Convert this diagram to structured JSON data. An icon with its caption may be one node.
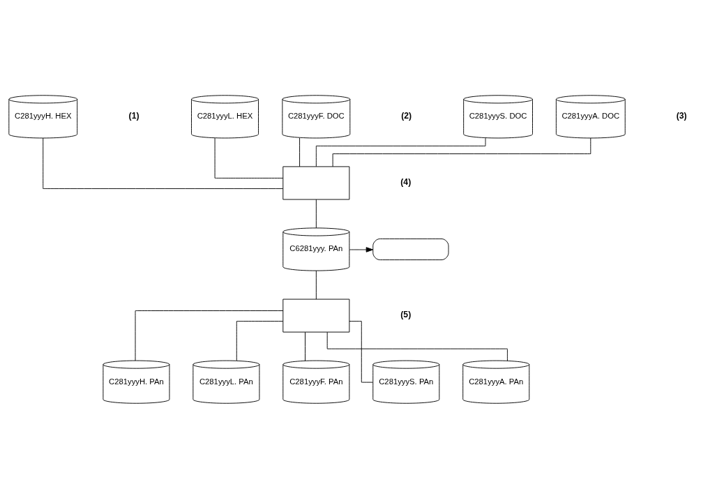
{
  "diagram": {
    "nodes": [
      {
        "text": [
          "C281yyyH. HEX"
        ]
      },
      {
        "text": [
          "C281yyyL. HEX"
        ]
      },
      {
        "text": [
          "C281yyyF. DOC"
        ]
      },
      {
        "text": [
          "C281yyyS. DOC"
        ]
      },
      {
        "text": [
          "C281yyyA. DOC"
        ]
      },
      {
        "text": [],
        "shape": "box"
      },
      {
        "text": [
          "C6281yyy. PAn"
        ]
      },
      {
        "text": [],
        "shape": "box"
      },
      {
        "text": [],
        "shape": "box"
      },
      {
        "text": [
          "C281yyyH. PAn"
        ]
      },
      {
        "text": [
          "C281yyyL. PAn"
        ]
      },
      {
        "text": [
          "C281yyyF. PAn"
        ]
      },
      {
        "text": [
          "C281yyyS. PAn"
        ]
      },
      {
        "text": [
          "C281yyyA. PAn"
        ]
      }
    ],
    "edges": [
      {
        "from": 0,
        "to": 5,
        "arrow": "none"
      },
      {
        "from": 1,
        "to": 5,
        "arrow": "none"
      },
      {
        "from": 2,
        "to": 5,
        "arrow": "none"
      },
      {
        "from": 3,
        "to": 5,
        "arrow": "none"
      },
      {
        "from": 4,
        "to": 5,
        "arrow": "none"
      },
      {
        "from": 5,
        "to": 6,
        "arrow": "none"
      },
      {
        "from": 6,
        "to": 7,
        "arrow": "to"
      },
      {
        "from": 6,
        "to": 8,
        "arrow": "none"
      },
      {
        "from": 8,
        "to": 9,
        "arrow": "none"
      },
      {
        "from": 8,
        "to": 10,
        "arrow": "none"
      },
      {
        "from": 8,
        "to": 11,
        "arrow": "none"
      },
      {
        "from": 8,
        "to": 12,
        "arrow": "none"
      },
      {
        "from": 8,
        "to": 13,
        "arrow": "none"
      }
    ],
    "labels": [
      "(1)",
      "(2)",
      "(3)",
      "(4)",
      "(5)"
    ]
  }
}
